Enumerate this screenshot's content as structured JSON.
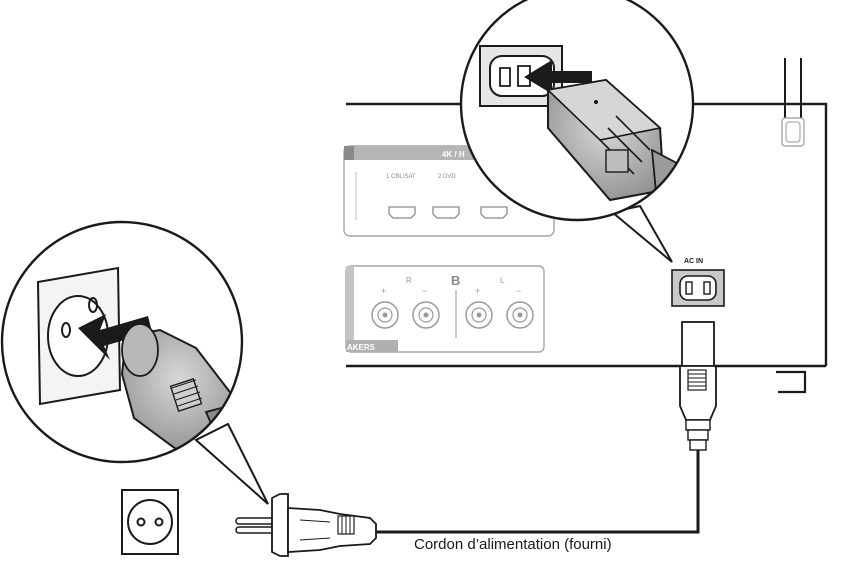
{
  "panel": {
    "hdmi_header": "4K / H",
    "hdmi_inputs": [
      "1 CBL/SAT",
      "2 DVD"
    ],
    "speakers_label": "AKERS",
    "speaker_zone": "B",
    "channel_right": "R",
    "channel_left": "L",
    "polarity_plus": "+",
    "polarity_minus": "−",
    "ac_in_label": "AC IN"
  },
  "caption": "Cordon d’alimentation (fourni)",
  "icons": [
    "wall-outlet-icon",
    "euro-plug-icon",
    "iec-c7-plug-icon",
    "antenna-icon",
    "hdmi-port-icon",
    "speaker-terminal-icon",
    "insert-arrow-icon"
  ]
}
